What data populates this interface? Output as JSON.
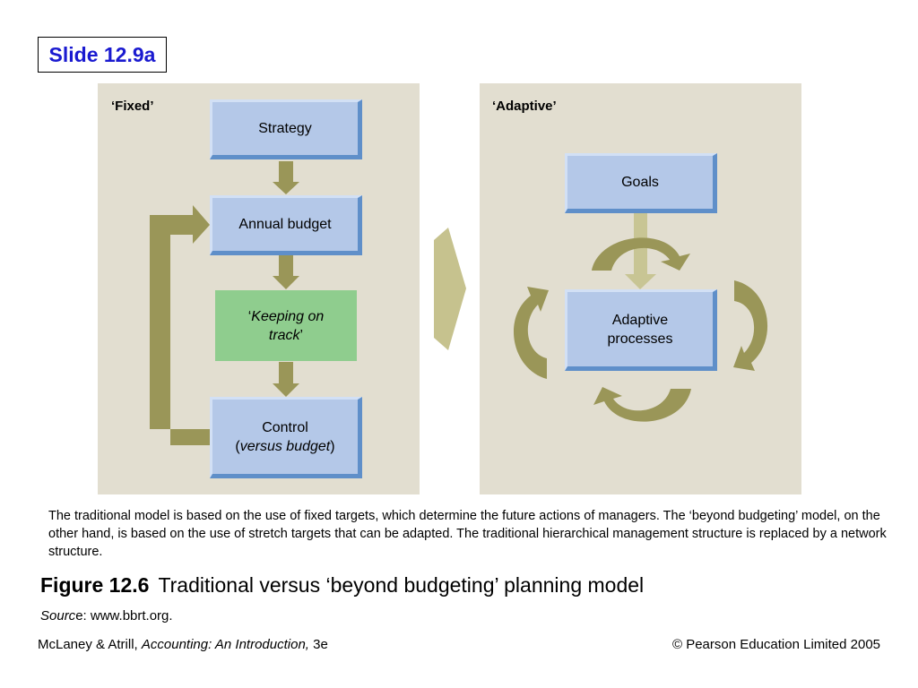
{
  "slide_label": "Slide 12.9a",
  "fixed": {
    "title": "‘Fixed’",
    "strategy": "Strategy",
    "annual_budget": "Annual budget",
    "keeping_on_track": {
      "open": "‘",
      "italic": "Keeping on track",
      "close": "’"
    },
    "control": {
      "line1": "Control",
      "line2_open": "(",
      "line2_italic": "versus budget",
      "line2_close": ")"
    }
  },
  "adaptive": {
    "title": "‘Adaptive’",
    "goals": "Goals",
    "adaptive_processes": "Adaptive processes"
  },
  "colors": {
    "panel_bg": "#e2ded0",
    "box_fill": "#b4c8e8",
    "box_edge": "#5f8fc9",
    "green_box": "#8fcd8e",
    "arrow_olive": "#9a9658",
    "arrow_light": "#c8c594",
    "slide_label_text": "#1a1ad0"
  },
  "caption": "The traditional model is based on the use of fixed targets, which determine the future actions of managers. The ‘beyond budgeting’ model, on the other hand, is based on the use of stretch targets that can be adapted. The traditional hierarchical management structure is replaced by a network structure.",
  "figure": {
    "number": "Figure 12.6",
    "title": "Traditional versus ‘beyond budgeting’ planning model"
  },
  "source": {
    "label_italic": "Sourc",
    "label_plain": "e",
    "text": ": www.bbrt.org."
  },
  "footer": {
    "authors": "McLaney & Atrill, ",
    "book_italic": "Accounting: An Introduction,",
    "edition": " 3e",
    "copyright": "© Pearson Education Limited 2005"
  }
}
